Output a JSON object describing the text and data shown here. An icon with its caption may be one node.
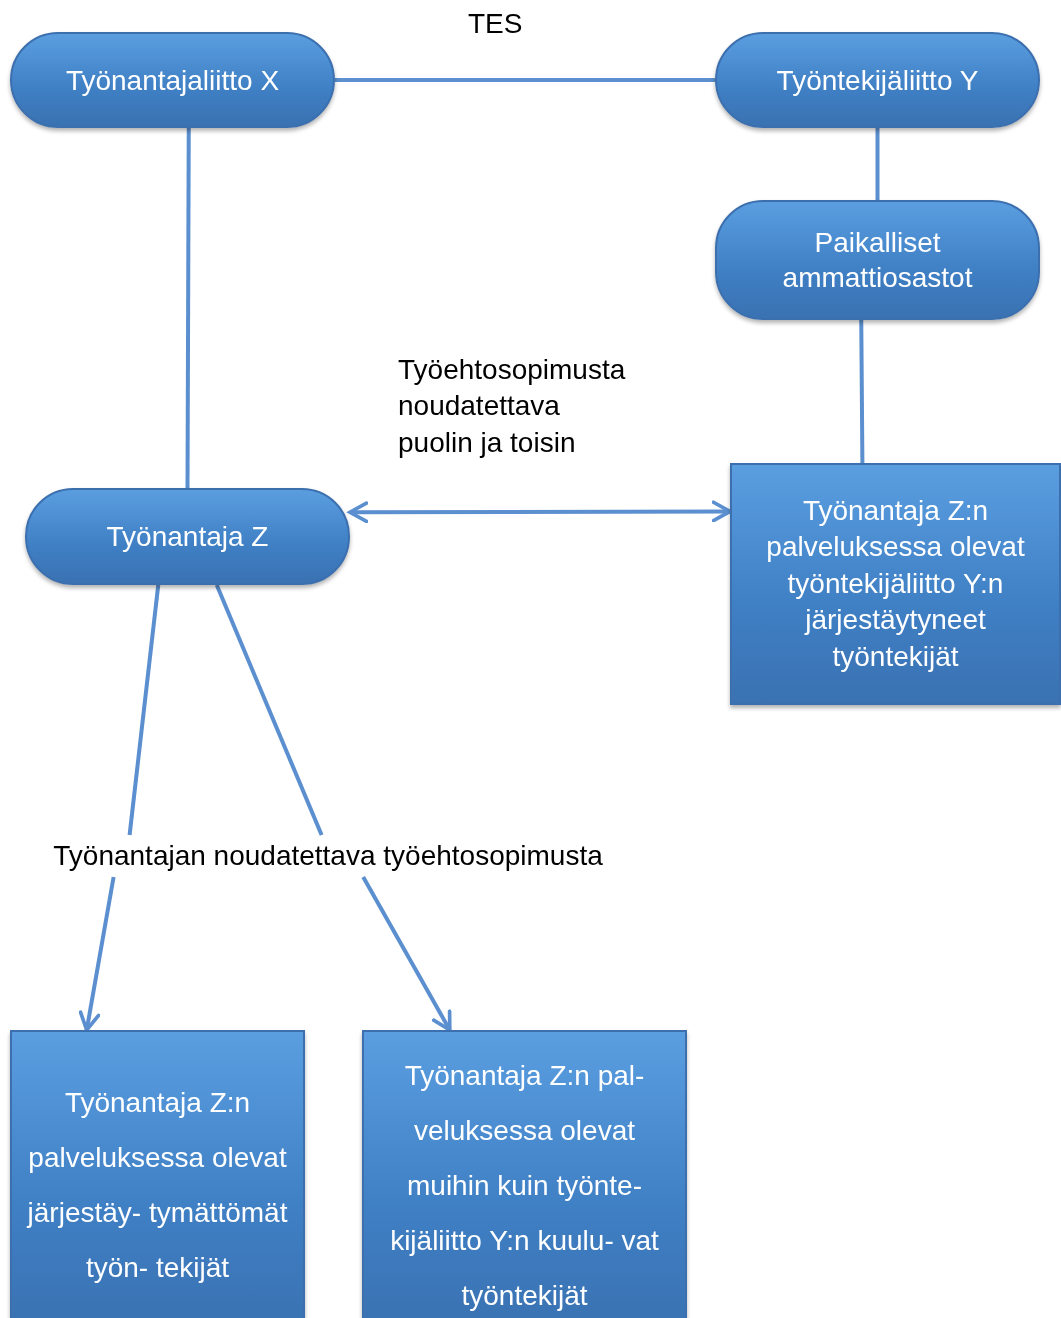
{
  "diagram": {
    "nodes": [
      {
        "text": [
          "Työnantajaliitto X"
        ]
      },
      {
        "text": [
          "Työntekijäliitto Y"
        ]
      },
      {
        "text": [
          "Paikalliset ammattiosastot"
        ]
      },
      {
        "text": [
          "Työnantaja Z"
        ]
      },
      {
        "text": [
          "Työnantaja Z:n palveluksessa olevat työntekijäliitto Y:n järjestäytyneet työntekijät"
        ]
      },
      {
        "text": [
          "Työnantajan noudatettava työehtosopimusta"
        ]
      },
      {
        "text": [
          "Työnantaja Z:n palveluksessa olevat järjestäy- tymättömät työn- tekijät"
        ]
      },
      {
        "text": [
          "Työnantaja Z:n pal- veluksessa olevat muihin kuin työnte- kijäliitto Y:n kuulu- vat työntekijät"
        ]
      }
    ],
    "edges": [
      {
        "from": 0,
        "to": 1,
        "arrow": "none",
        "label": "TES"
      },
      {
        "from": 1,
        "to": 2,
        "arrow": "none"
      },
      {
        "from": 2,
        "to": 4,
        "arrow": "none"
      },
      {
        "from": 0,
        "to": 3,
        "arrow": "none"
      },
      {
        "from": 3,
        "to": 4,
        "arrow": "both",
        "label": "Työehtosopimusta noudatettava puolin ja toisin"
      },
      {
        "from": 3,
        "to": 5,
        "arrow": "none"
      },
      {
        "from": 3,
        "to": 5,
        "arrow": "none"
      },
      {
        "from": 5,
        "to": 6,
        "arrow": "to"
      },
      {
        "from": 5,
        "to": 7,
        "arrow": "to"
      }
    ]
  }
}
